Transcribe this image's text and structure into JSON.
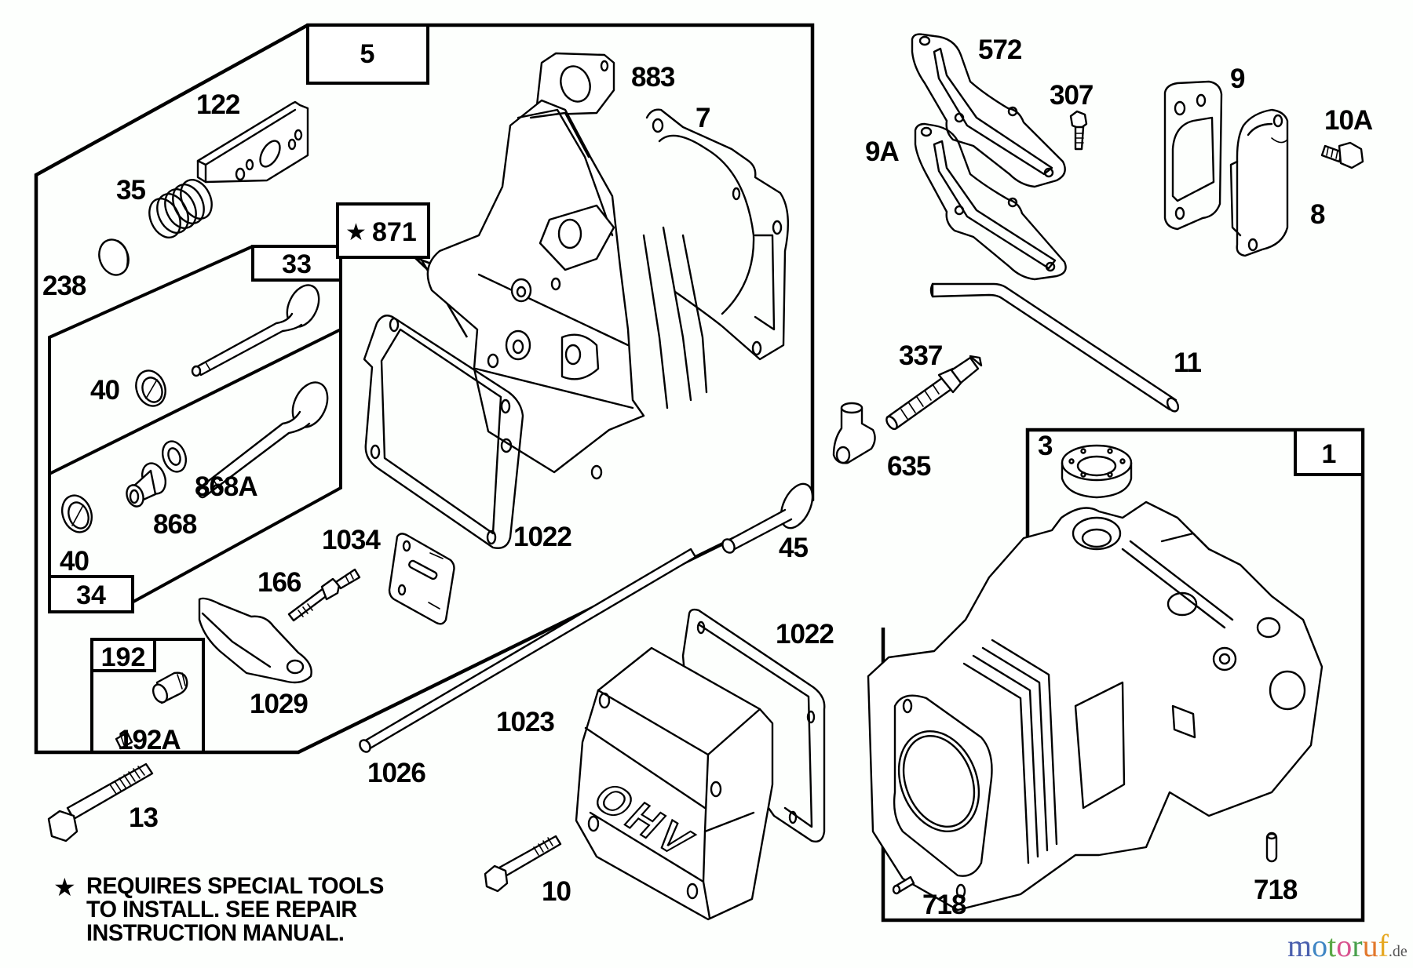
{
  "title": "Cylinder head and cylinder parts diagram",
  "assemblies": {
    "head_assembly": {
      "tag": "5"
    },
    "valve_kit_upper": {
      "tag": "33"
    },
    "valve_kit_lower": {
      "tag": "34"
    },
    "screw_kit": {
      "tag": "192"
    },
    "cylinder_assembly": {
      "tag": "1"
    }
  },
  "special_tool_part": {
    "symbol": "★",
    "number": "871"
  },
  "part_labels": {
    "p883": "883",
    "p7": "7",
    "p122": "122",
    "p35": "35",
    "p238": "238",
    "p40_upper": "40",
    "p40_lower": "40",
    "p868A": "868A",
    "p868": "868",
    "p1034": "1034",
    "p166": "166",
    "p1022_upper": "1022",
    "p192A": "192A",
    "p1029": "1029",
    "p13": "13",
    "p1026": "1026",
    "p1023": "1023",
    "p1022_lower": "1022",
    "p45": "45",
    "p10": "10",
    "p572": "572",
    "p307": "307",
    "p9A": "9A",
    "p9": "9",
    "p10A": "10A",
    "p8": "8",
    "p11": "11",
    "p337": "337",
    "p635": "635",
    "p3": "3",
    "p718_left": "718",
    "p718_right": "718"
  },
  "cover_marking": "OHV",
  "note": {
    "symbol": "★",
    "lines": [
      "REQUIRES SPECIAL TOOLS",
      "TO INSTALL.  SEE REPAIR",
      "INSTRUCTION MANUAL."
    ]
  },
  "watermark": {
    "letters": [
      {
        "ch": "m",
        "color": "#4a5fae"
      },
      {
        "ch": "o",
        "color": "#3f86c4"
      },
      {
        "ch": "t",
        "color": "#5aa846"
      },
      {
        "ch": "o",
        "color": "#d8528e"
      },
      {
        "ch": "r",
        "color": "#48a04c"
      },
      {
        "ch": "u",
        "color": "#e2782c"
      },
      {
        "ch": "f",
        "color": "#e6a822"
      }
    ],
    "suffix": ".de"
  }
}
